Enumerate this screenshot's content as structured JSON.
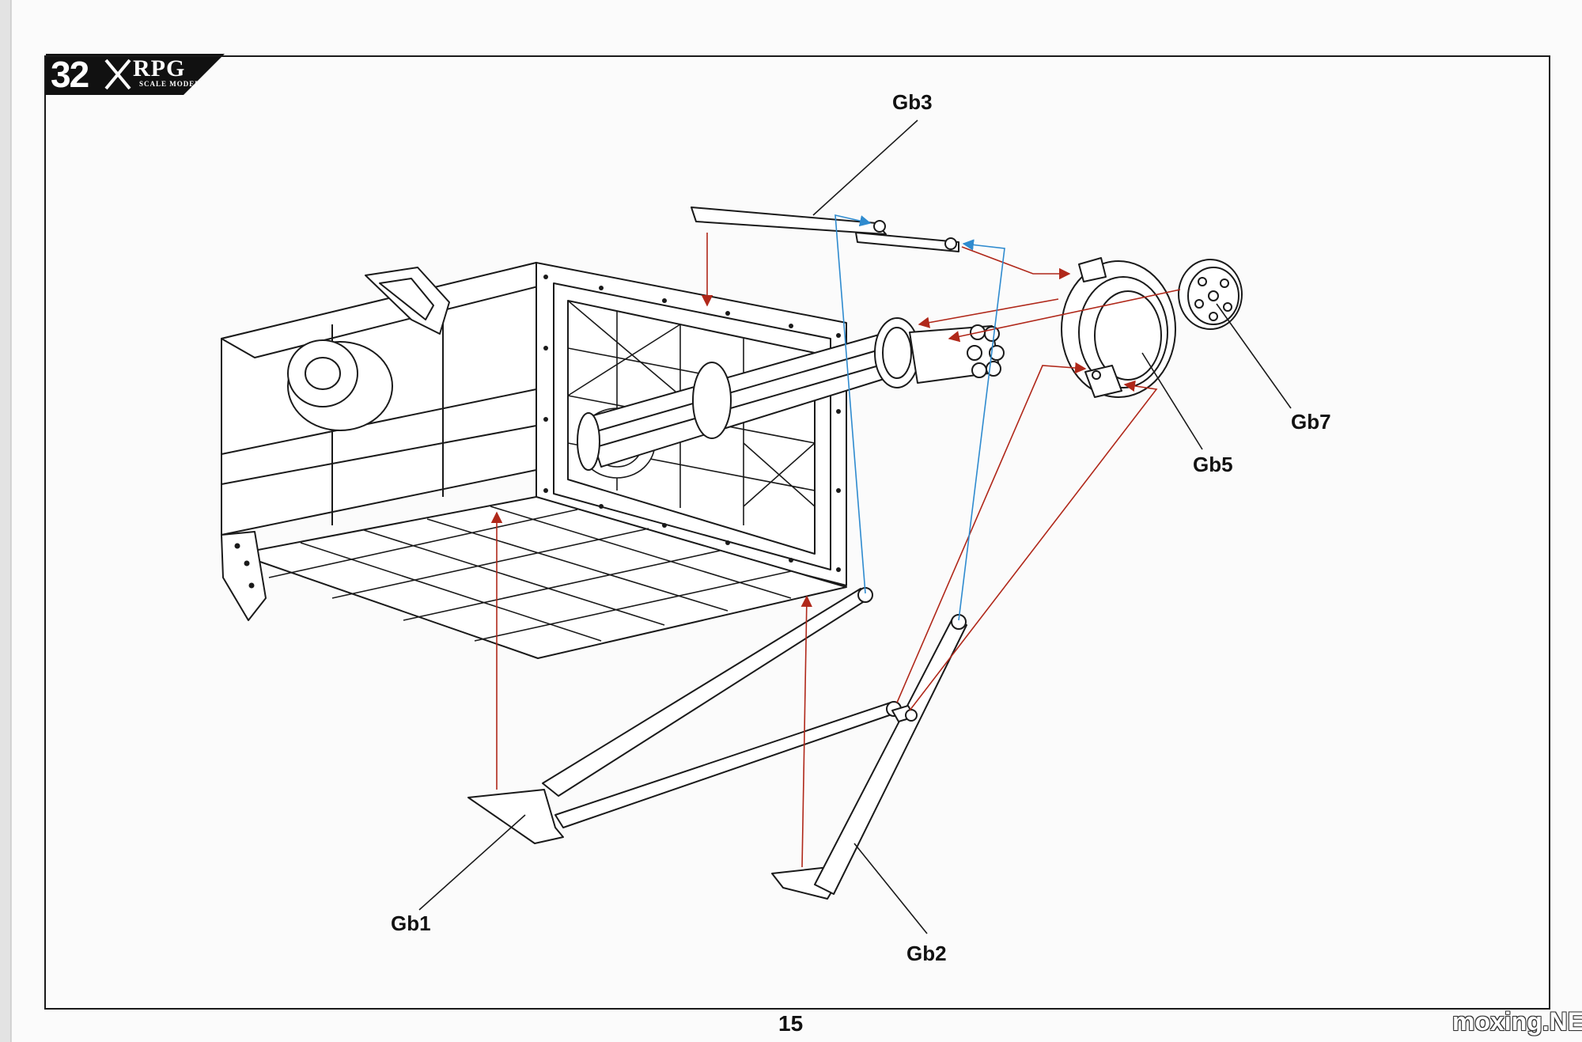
{
  "brand": {
    "number": "32",
    "name": "RPG",
    "subtitle": "SCALE MODEL"
  },
  "page_number": "15",
  "watermark": "moxing.NET",
  "parts": [
    {
      "id": "gb3",
      "label": "Gb3"
    },
    {
      "id": "gb5",
      "label": "Gb5"
    },
    {
      "id": "gb7",
      "label": "Gb7"
    },
    {
      "id": "gb1",
      "label": "Gb1"
    },
    {
      "id": "gb2",
      "label": "Gb2"
    }
  ],
  "colors": {
    "line": "#1a1a1a",
    "red_arrow": "#b0281a",
    "blue_arrow": "#2f8bcf",
    "paper": "#fbfbfb"
  },
  "icons": [
    "brand-logo",
    "crossed-swords-icon"
  ]
}
